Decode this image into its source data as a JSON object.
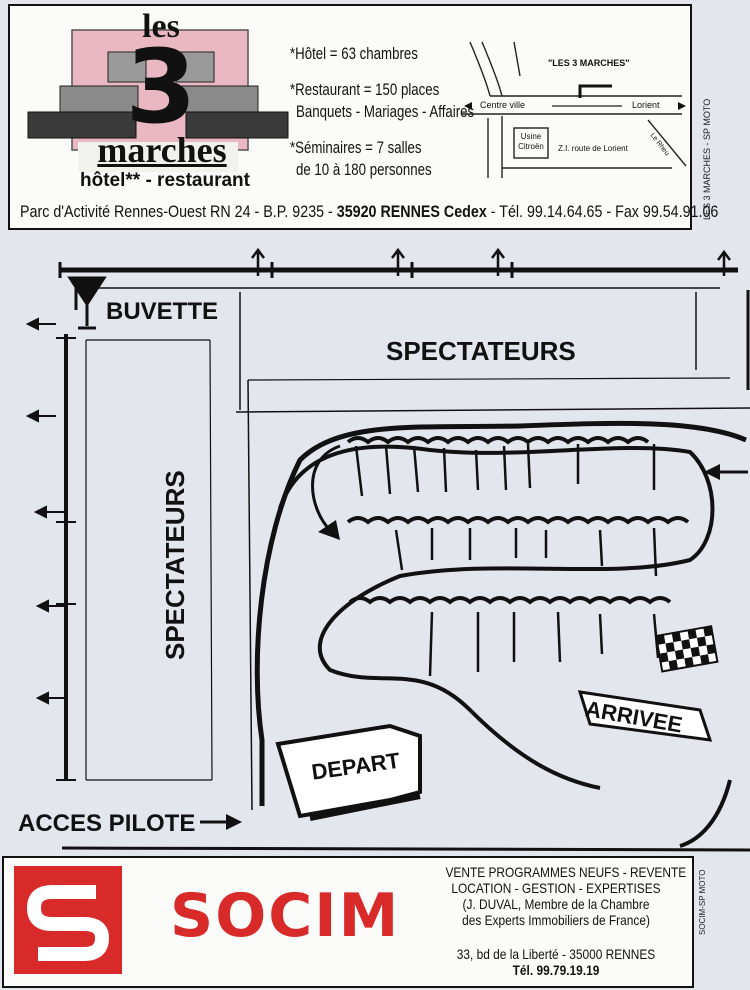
{
  "hotel_ad": {
    "logo_top": "les",
    "logo_number": "3",
    "logo_word": "marches",
    "subtitle": "hôtel** - restaurant",
    "info_lines": [
      "*Hôtel = 63 chambres",
      "*Restaurant = 150 places",
      "Banquets - Mariages - Affaires",
      "*Séminaires = 7 salles",
      "de 10 à 180 personnes"
    ],
    "address_plain": "Parc d'Activité Rennes-Ouest RN 24 - B.P. 9235 - ",
    "address_bold": "35920 RENNES Cedex",
    "address_tail": " - Tél. 99.14.64.65 - Fax 99.54.91.06",
    "side_credit": "LES 3 MARCHES - SP MOTO"
  },
  "mini_map": {
    "place_label": "\"LES 3 MARCHES\"",
    "left_direction": "Centre ville",
    "right_direction": "Lorient",
    "usine_line1": "Usine",
    "usine_line2": "Citroën",
    "zone_label": "Z.I. route de Lorient",
    "corner_label": "Le Rheu"
  },
  "track": {
    "buvette": "BUVETTE",
    "spectateurs_top": "SPECTATEURS",
    "spectateurs_side": "SPECTATEURS",
    "arrivee": "ARRIVEE",
    "depart": "DEPART",
    "acces_pilote": "ACCES PILOTE"
  },
  "socim_ad": {
    "brand": "SOCIM",
    "brand_color": "#d92a2a",
    "lines": [
      "VENTE PROGRAMMES NEUFS - REVENTE",
      "LOCATION - GESTION - EXPERTISES",
      "(J. DUVAL, Membre de la Chambre",
      "des Experts Immobiliers de France)"
    ],
    "address": "33, bd de la Liberté - 35000 RENNES",
    "phone": "Tél. 99.79.19.19",
    "side_credit": "SOCIM-SP MOTO"
  }
}
